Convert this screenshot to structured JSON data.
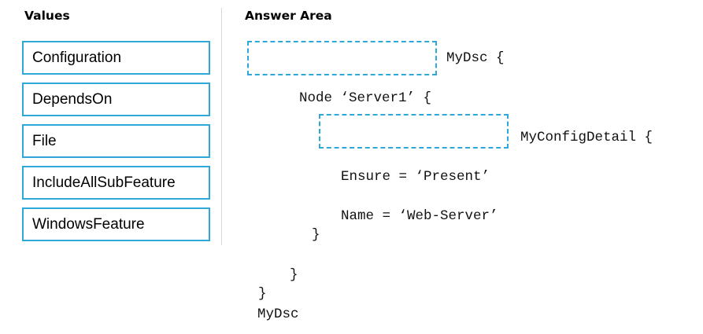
{
  "values_panel": {
    "heading": "Values",
    "items": [
      "Configuration",
      "DependsOn",
      "File",
      "IncludeAllSubFeature",
      "WindowsFeature"
    ]
  },
  "answer_area": {
    "heading": "Answer Area",
    "code": {
      "line_after_drop1": "MyDsc {",
      "node_line": "Node ‘Server1’ {",
      "line_after_drop2": "MyConfigDetail {",
      "ensure_line": "Ensure = ‘Present’",
      "name_line": "Name = ‘Web-Server’",
      "close_inner": "}",
      "close_node": "}",
      "close_config": "}",
      "invoke_line": "MyDsc"
    }
  },
  "colors": {
    "box_border": "#2ea8d8",
    "divider": "#d9d9d9"
  }
}
